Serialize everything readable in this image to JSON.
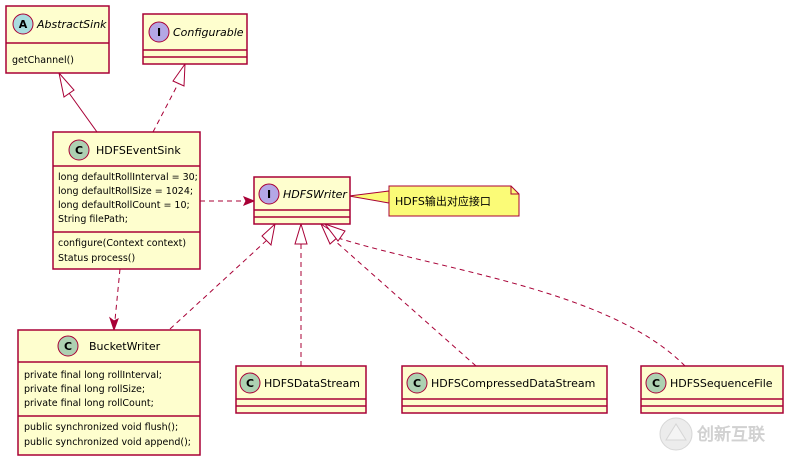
{
  "classes": {
    "abstract_sink": {
      "stereotype": "A",
      "name": "AbstractSink",
      "methods": [
        "getChannel()"
      ]
    },
    "configurable": {
      "stereotype": "I",
      "name": "Configurable"
    },
    "hdfs_event_sink": {
      "stereotype": "C",
      "name": "HDFSEventSink",
      "fields": [
        "long defaultRollInterval = 30;",
        "long defaultRollSize = 1024;",
        "long defaultRollCount = 10;",
        "String filePath;"
      ],
      "methods": [
        "configure(Context context)",
        "Status process()"
      ]
    },
    "hdfs_writer": {
      "stereotype": "I",
      "name": "HDFSWriter"
    },
    "bucket_writer": {
      "stereotype": "C",
      "name": "BucketWriter",
      "fields": [
        "private final long rollInterval;",
        "private final long rollSize;",
        "private final long rollCount;"
      ],
      "methods": [
        "public synchronized void flush();",
        "public synchronized void append();"
      ]
    },
    "hdfs_data_stream": {
      "stereotype": "C",
      "name": "HDFSDataStream"
    },
    "hdfs_compressed_data_stream": {
      "stereotype": "C",
      "name": "HDFSCompressedDataStream"
    },
    "hdfs_sequence_file": {
      "stereotype": "C",
      "name": "HDFSSequenceFile"
    }
  },
  "note": {
    "text": "HDFS输出对应接口"
  },
  "watermark": {
    "text": "创新互联"
  },
  "colors": {
    "class_fill": "#FEFECE",
    "border": "#A80036",
    "class_glyph": "#ADD1B2",
    "abstract_glyph": "#A9DCDF",
    "interface_glyph": "#B4A7E5",
    "note_fill": "#FBFB77"
  }
}
